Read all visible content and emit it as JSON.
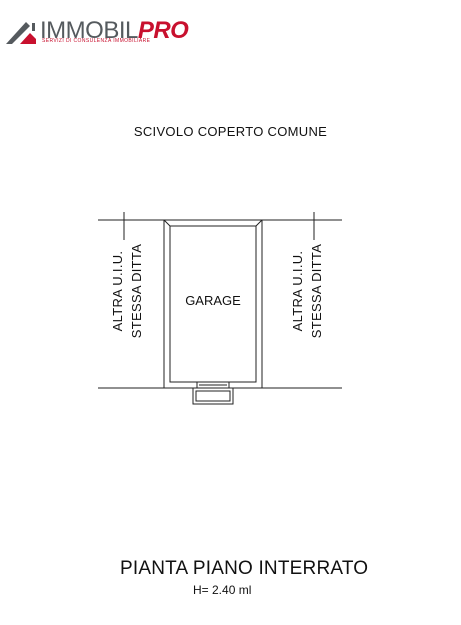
{
  "logo": {
    "brand_part1": "IMMOBIL",
    "brand_part2": "PRO",
    "tagline": "SERVIZI DI CONSULENZA IMMOBILIARE",
    "colors": {
      "gray": "#555a5e",
      "red": "#c8102e"
    }
  },
  "plan": {
    "top_label": "SCIVOLO COPERTO COMUNE",
    "room_label": "GARAGE",
    "left_label_line1": "ALTRA U.I.U.",
    "left_label_line2": "STESSA DITTA",
    "right_label_line1": "ALTRA U.I.U.",
    "right_label_line2": "STESSA DITTA",
    "title": "PIANTA PIANO INTERRATO",
    "height_note": "H= 2.40 ml"
  }
}
